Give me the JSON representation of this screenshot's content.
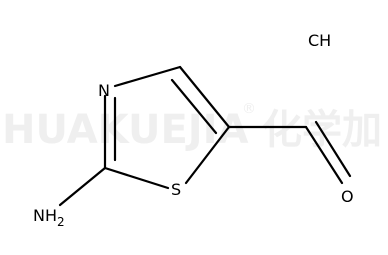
{
  "molecule": {
    "atoms": {
      "n_ring": "N",
      "s_ring": "S",
      "nh2": "NH",
      "nh2_subscript": "2",
      "o_aldehyde": "O"
    },
    "salt": "CH"
  },
  "watermark": {
    "text": "HUAKUEJIA",
    "registered": "®",
    "cjk": "化学加"
  },
  "colors": {
    "bond": "#000000",
    "text": "#000000",
    "watermark": "#efefef",
    "background": "#ffffff"
  }
}
